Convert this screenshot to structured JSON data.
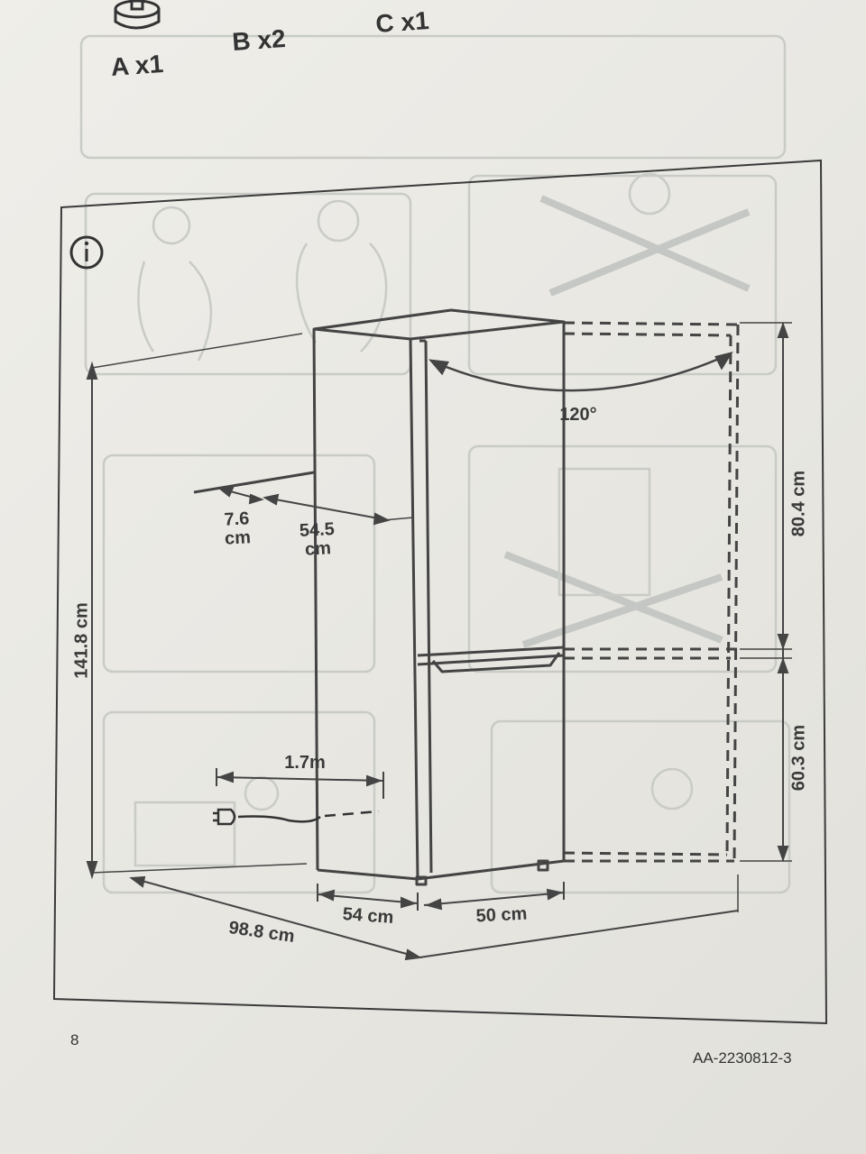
{
  "parts": [
    {
      "label": "A x1"
    },
    {
      "label": "B x2"
    },
    {
      "label": "C x1"
    }
  ],
  "info_icon": "info-icon",
  "dimensions": {
    "door_angle": "120°",
    "door_gap_value": "7.6",
    "door_gap_unit": "cm",
    "depth_value": "54.5",
    "depth_unit": "cm",
    "cable": "1.7m",
    "total_height": "141.8 cm",
    "fridge_height": "80.4 cm",
    "freezer_height": "60.3 cm",
    "width": "54 cm",
    "door_open_depth": "50 cm",
    "diagonal": "98.8 cm"
  },
  "footer": {
    "page_number": "8",
    "doc_code": "AA-2230812-3"
  }
}
